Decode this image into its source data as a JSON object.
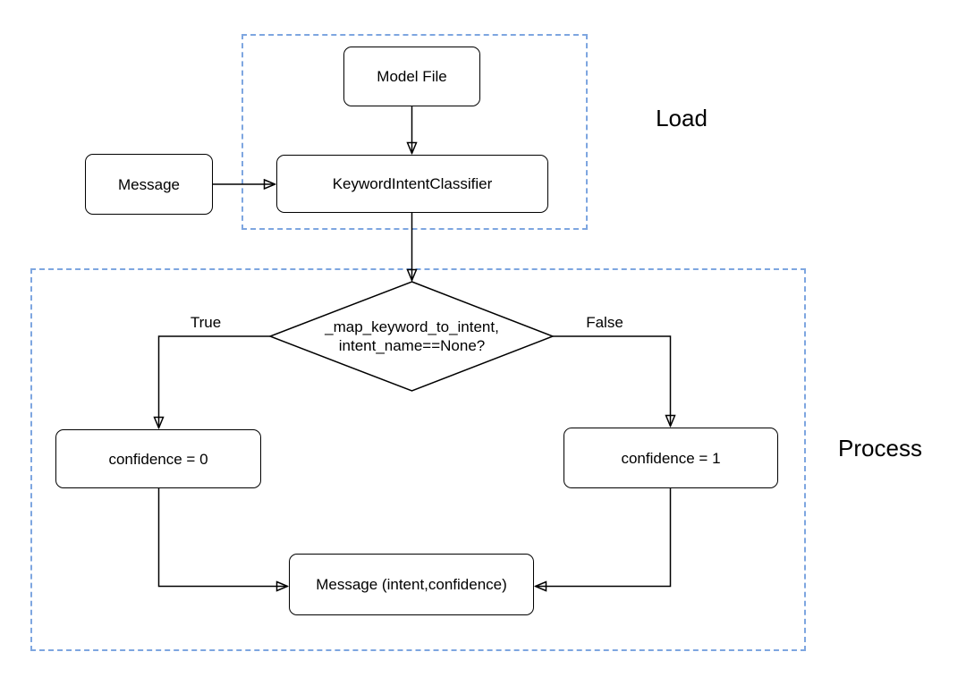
{
  "diagram": {
    "colors": {
      "group_border": "#7EA6E0",
      "node_border": "#000000",
      "node_fill": "#FFFFFF",
      "edge": "#000000",
      "background": "#FFFFFF"
    },
    "groups": {
      "load": {
        "label": "Load"
      },
      "process": {
        "label": "Process"
      }
    },
    "nodes": {
      "model_file": {
        "label": "Model File"
      },
      "message_in": {
        "label": "Message"
      },
      "classifier": {
        "label": "KeywordIntentClassifier"
      },
      "decision": {
        "line1": "_map_keyword_to_intent,",
        "line2": "intent_name==None?"
      },
      "confidence_zero": {
        "label": "confidence = 0"
      },
      "confidence_one": {
        "label": "confidence = 1"
      },
      "message_out": {
        "label": "Message (intent,confidence)"
      }
    },
    "edge_labels": {
      "true_branch": "True",
      "false_branch": "False"
    }
  }
}
